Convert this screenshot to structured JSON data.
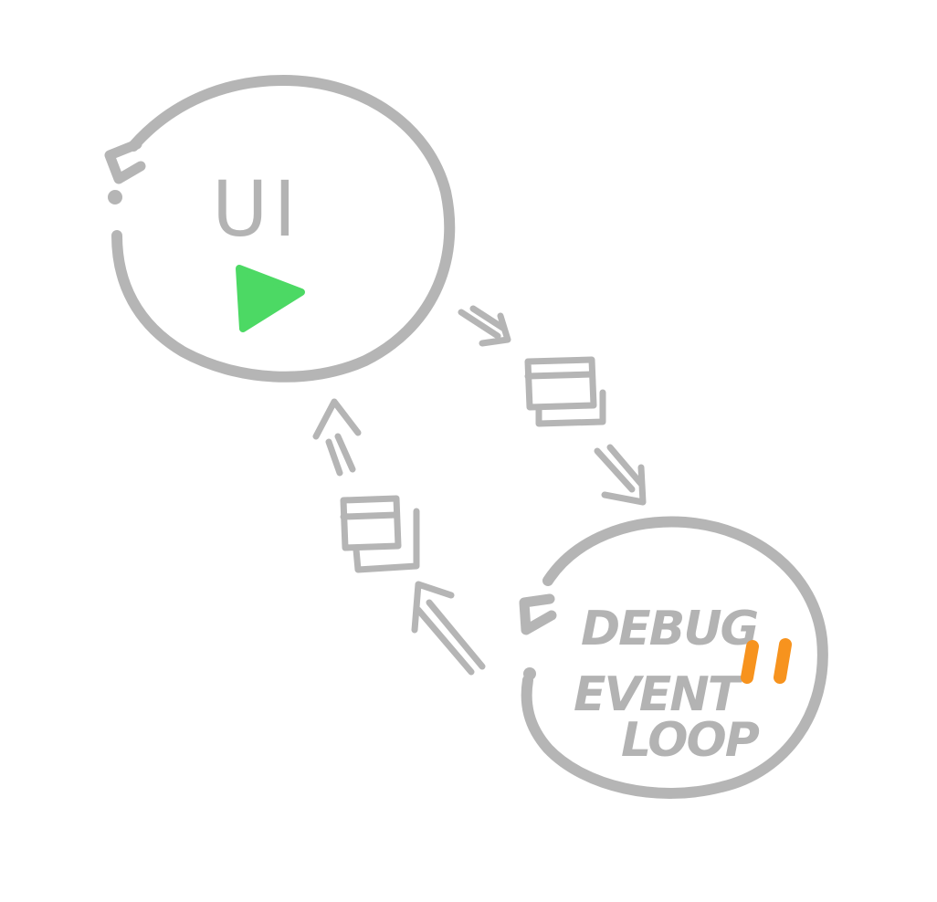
{
  "nodes": {
    "ui": {
      "label": "UI",
      "state_icon": "play-icon",
      "state_color": "#4cd964"
    },
    "debug_loop": {
      "label_lines": [
        "DEBUG",
        "EVENT",
        "LOOP"
      ],
      "state_icon": "pause-icon",
      "state_color": "#f7931e"
    }
  },
  "edges": [
    {
      "from": "ui",
      "to": "debug_loop",
      "carries": "message-icon"
    },
    {
      "from": "debug_loop",
      "to": "ui",
      "carries": "message-icon"
    }
  ],
  "colors": {
    "stroke": "#b5b5b5",
    "background": "#ffffff"
  }
}
